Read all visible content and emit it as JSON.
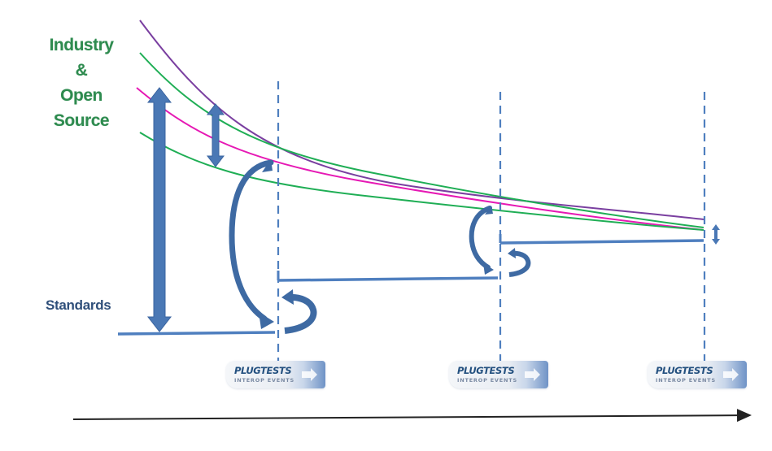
{
  "labels": {
    "industry": [
      "Industry",
      "&",
      "Open",
      "Source"
    ],
    "standards": "Standards"
  },
  "logos": [
    {
      "main": "PLUGTESTS",
      "sub": "INTEROP EVENTS"
    },
    {
      "main": "PLUGTESTS",
      "sub": "INTEROP EVENTS"
    },
    {
      "main": "PLUGTESTS",
      "sub": "INTEROP EVENTS"
    }
  ],
  "colors": {
    "purple_curve": "#7a3fa0",
    "green_curve": "#1fae55",
    "magenta_curve": "#e619b4",
    "standards_blue": "#4f7fbf",
    "arrow_blue": "#4a78b5",
    "arrow_dark": "#3e6aa3",
    "industry_text": "#2e8b4f",
    "standards_text": "#2f4f7a",
    "timeline": "#222222"
  }
}
